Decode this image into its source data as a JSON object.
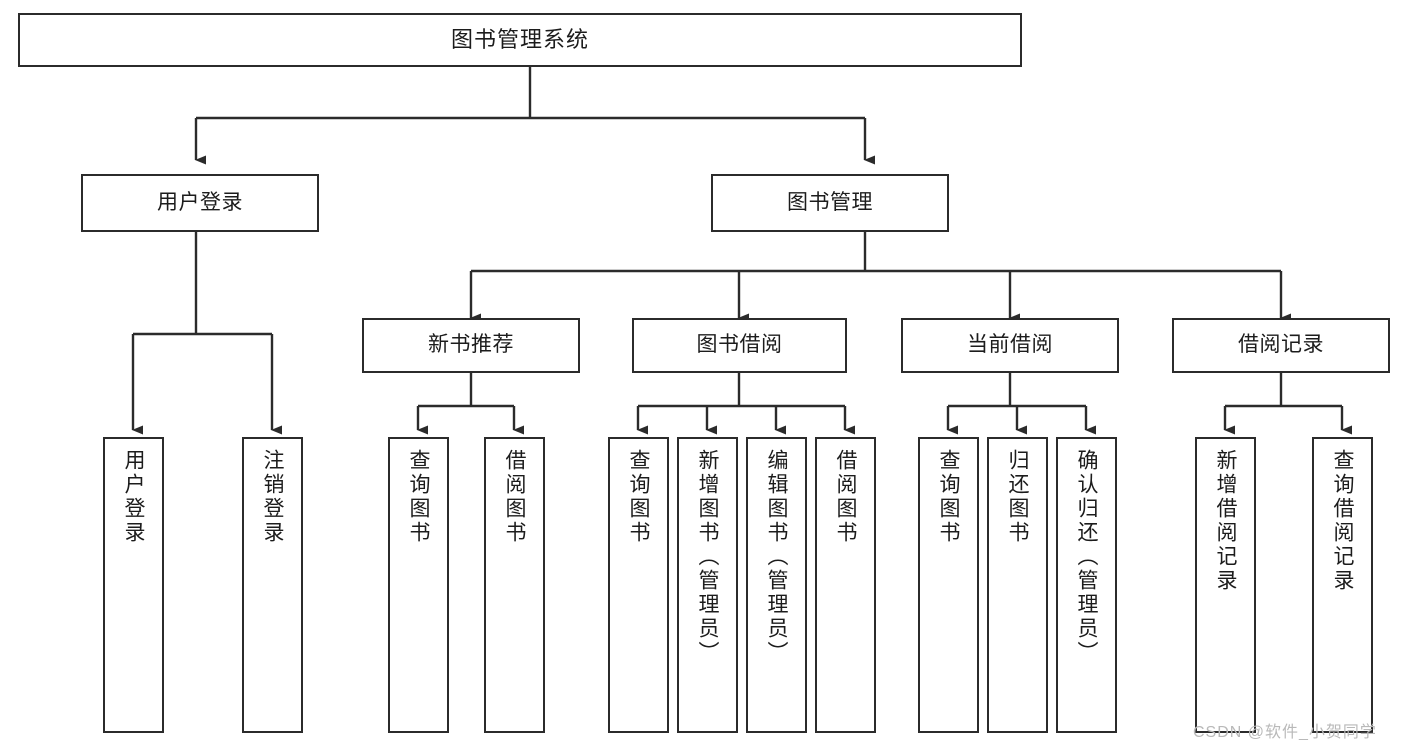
{
  "diagram": {
    "title": "图书管理系统",
    "type": "tree-hierarchy-diagram",
    "colors": {
      "node_border": "#2b2b2b",
      "node_fill": "#ffffff",
      "connector": "#2b2b2b",
      "background": "#ffffff",
      "watermark": "#b9b9b9"
    },
    "root": {
      "label": "图书管理系统"
    },
    "level2": [
      {
        "label": "用户登录"
      },
      {
        "label": "图书管理"
      }
    ],
    "level3": [
      {
        "label": "新书推荐"
      },
      {
        "label": "图书借阅"
      },
      {
        "label": "当前借阅"
      },
      {
        "label": "借阅记录"
      }
    ],
    "leaves": {
      "user_login": [
        {
          "label": "用户登录"
        },
        {
          "label": "注销登录"
        }
      ],
      "new_book_recommend": [
        {
          "label": "查询图书"
        },
        {
          "label": "借阅图书"
        }
      ],
      "book_borrow": [
        {
          "label": "查询图书"
        },
        {
          "label": "新增图书（管理员）"
        },
        {
          "label": "编辑图书（管理员）"
        },
        {
          "label": "借阅图书"
        }
      ],
      "current_borrow": [
        {
          "label": "查询图书"
        },
        {
          "label": "归还图书"
        },
        {
          "label": "确认归还（管理员）"
        }
      ],
      "borrow_record": [
        {
          "label": "新增借阅记录"
        },
        {
          "label": "查询借阅记录"
        }
      ]
    }
  },
  "watermark": {
    "text": "CSDN @软件_小贺同学"
  }
}
